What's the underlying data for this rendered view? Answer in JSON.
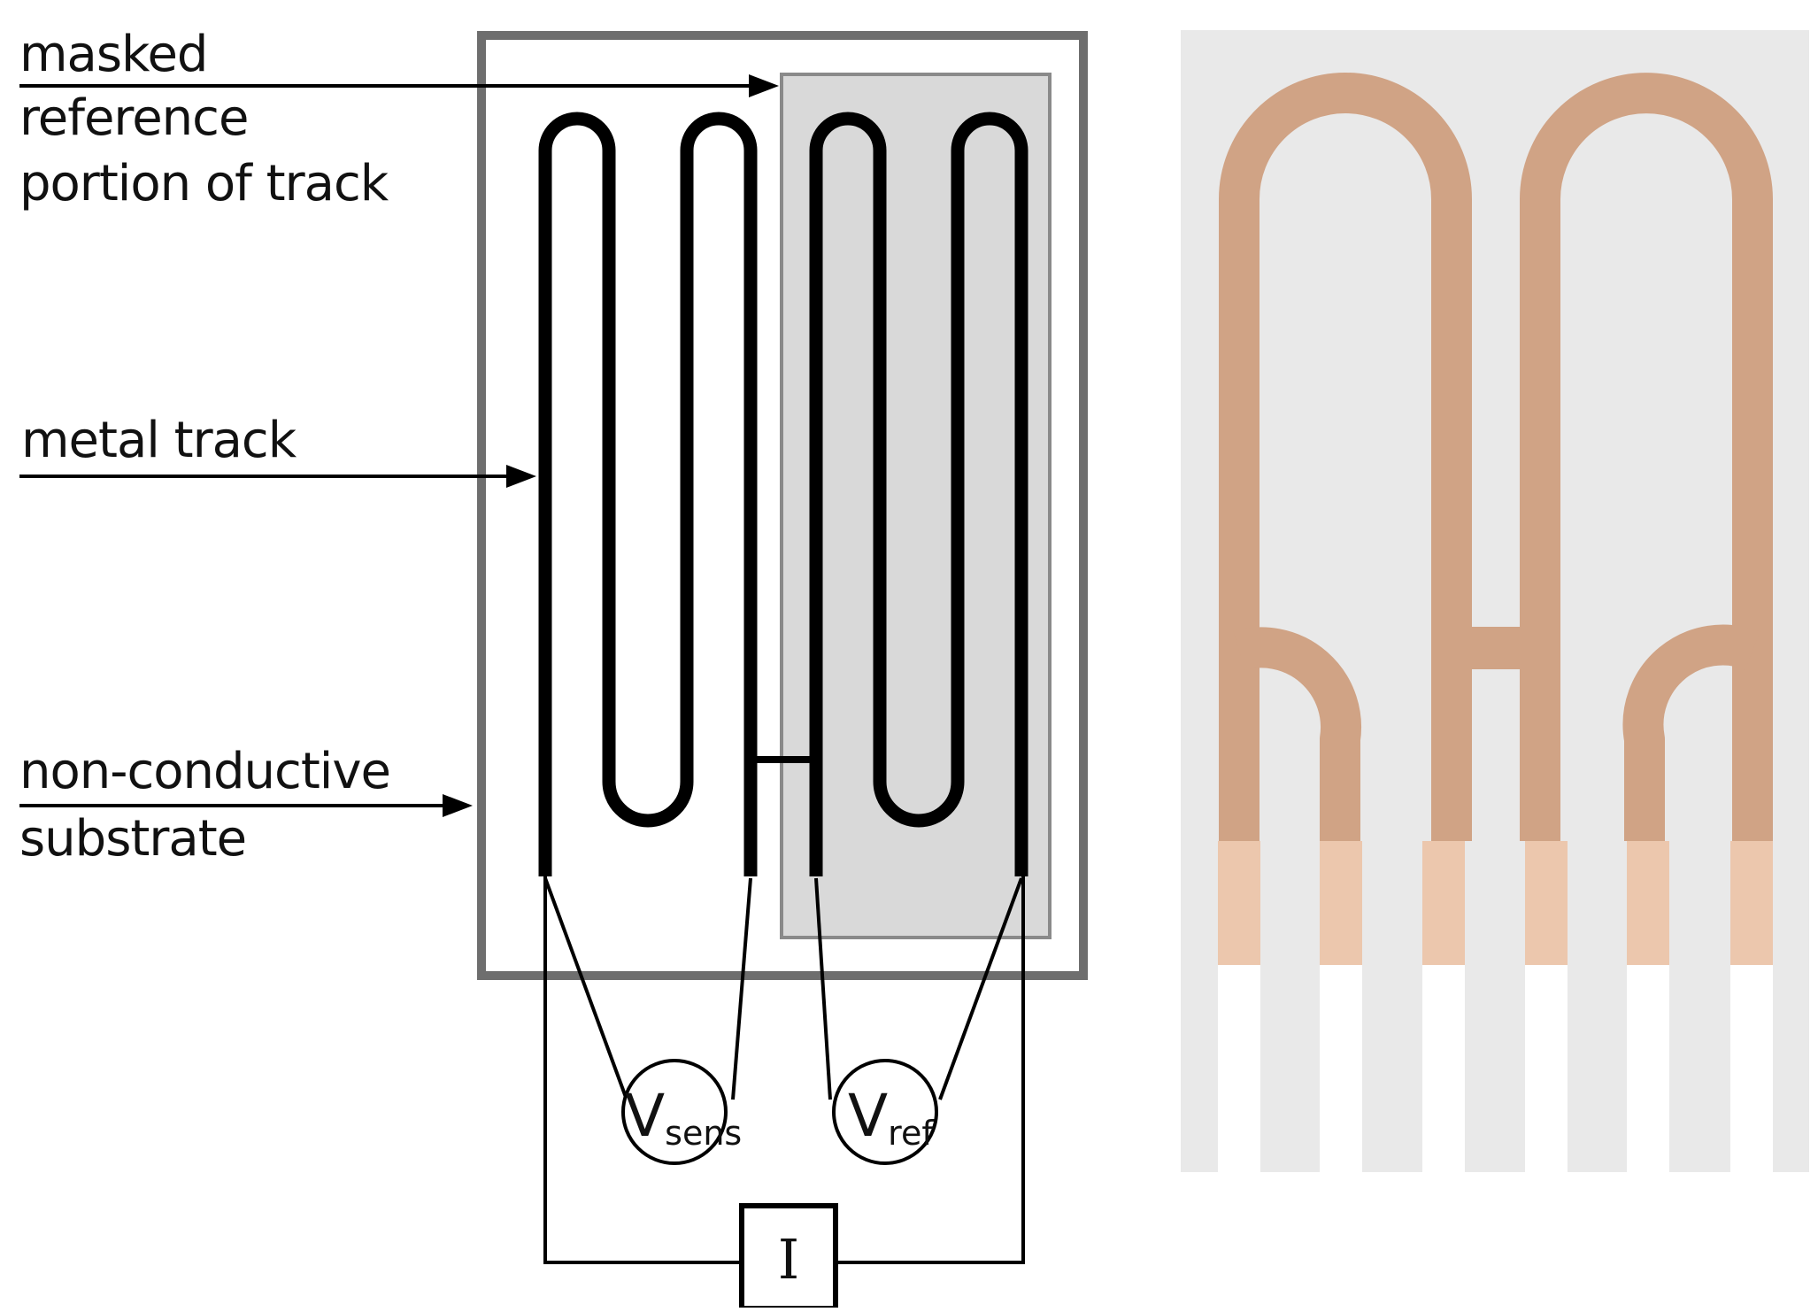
{
  "labels": {
    "masked": [
      "masked",
      "reference",
      "portion of track"
    ],
    "metal": "metal track",
    "substrate": [
      "non-conductive",
      "substrate"
    ]
  },
  "meters": {
    "sensing": {
      "main": "V",
      "sub": "sens"
    },
    "reference": {
      "main": "V",
      "sub": "ref"
    }
  },
  "source": "I",
  "colors": {
    "frame": "#6e6e6e",
    "mask_fill": "#d9d9d9",
    "mask_border": "#8a8a8a",
    "track": "#000000",
    "photo_background": "#e9e9e9",
    "copper": "#d0a385",
    "copper_light": "#ecc7ad",
    "pad_white": "#ffffff"
  }
}
